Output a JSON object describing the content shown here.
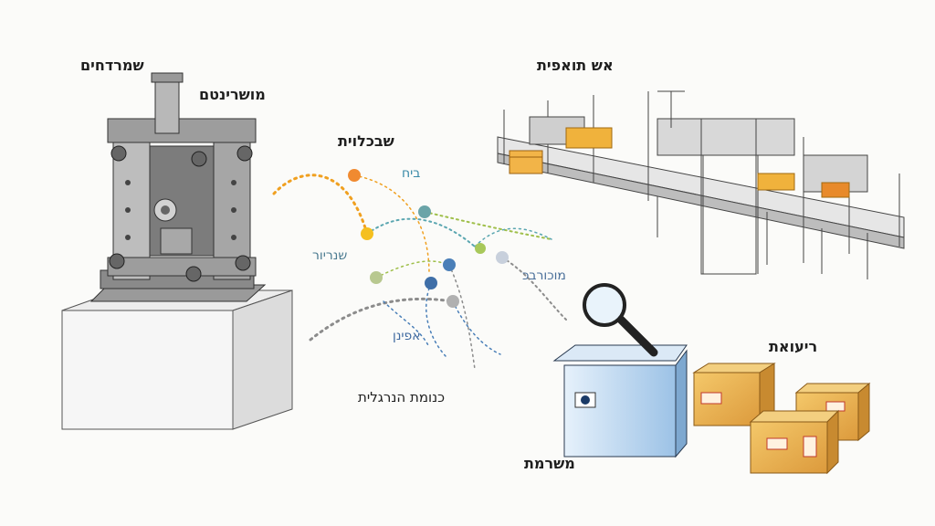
{
  "labels": {
    "press_top": "שמרדחים",
    "press_side": "מושרינטם",
    "network_title": "שבכלוית",
    "node_1": "ביח",
    "node_2": "שנריור",
    "node_3": "מוכורבכ",
    "node_4": "אפינן",
    "network_bottom": "כנומת הנרגלית",
    "production_line": "אש תואפית",
    "inspection": "משרמת",
    "boxes": "ריעואת"
  },
  "colors": {
    "orange": "#f0a020",
    "teal": "#5aa6b0",
    "blue": "#4a7fb8",
    "olive": "#9fbf4a",
    "gray": "#8c8c8c",
    "box": "#e8b050"
  }
}
